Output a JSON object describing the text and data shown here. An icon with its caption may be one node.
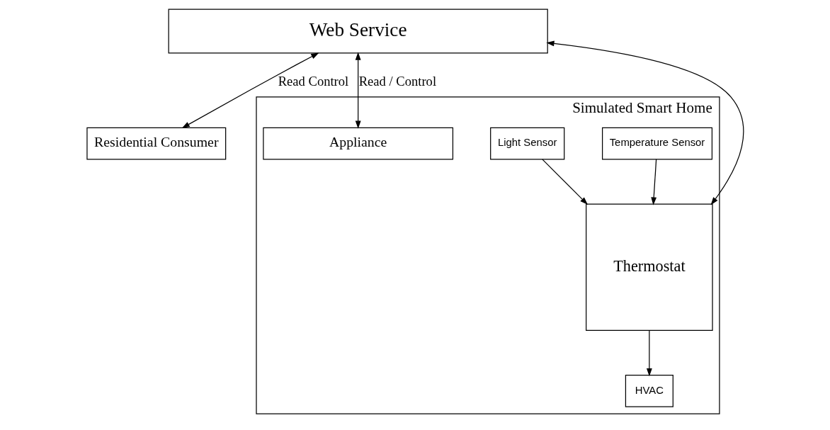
{
  "diagram": {
    "nodes": [
      {
        "text": [
          "Web Service"
        ]
      },
      {
        "text": [
          "Residential Consumer"
        ]
      },
      {
        "text": [
          "Simulated Smart Home"
        ]
      },
      {
        "text": [
          "Thermostat"
        ],
        "in": 2
      },
      {
        "text": [
          "Temperature Sensor"
        ],
        "in": 2
      },
      {
        "text": [
          "Light Sensor"
        ],
        "in": 2
      },
      {
        "text": [
          "Appliance"
        ],
        "in": 2
      },
      {
        "text": [
          "HVAC"
        ],
        "in": 2
      }
    ],
    "edges": [
      {
        "from": 0,
        "to": 1,
        "arrow": "both",
        "label": "Read Control"
      },
      {
        "from": 0,
        "to": 6,
        "arrow": "both",
        "label": "Read / Control"
      },
      {
        "from": 0,
        "to": 3,
        "arrow": "both"
      },
      {
        "from": 4,
        "to": 3,
        "arrow": "to"
      },
      {
        "from": 5,
        "to": 3,
        "arrow": "to"
      },
      {
        "from": 3,
        "to": 7,
        "arrow": "to"
      }
    ]
  }
}
